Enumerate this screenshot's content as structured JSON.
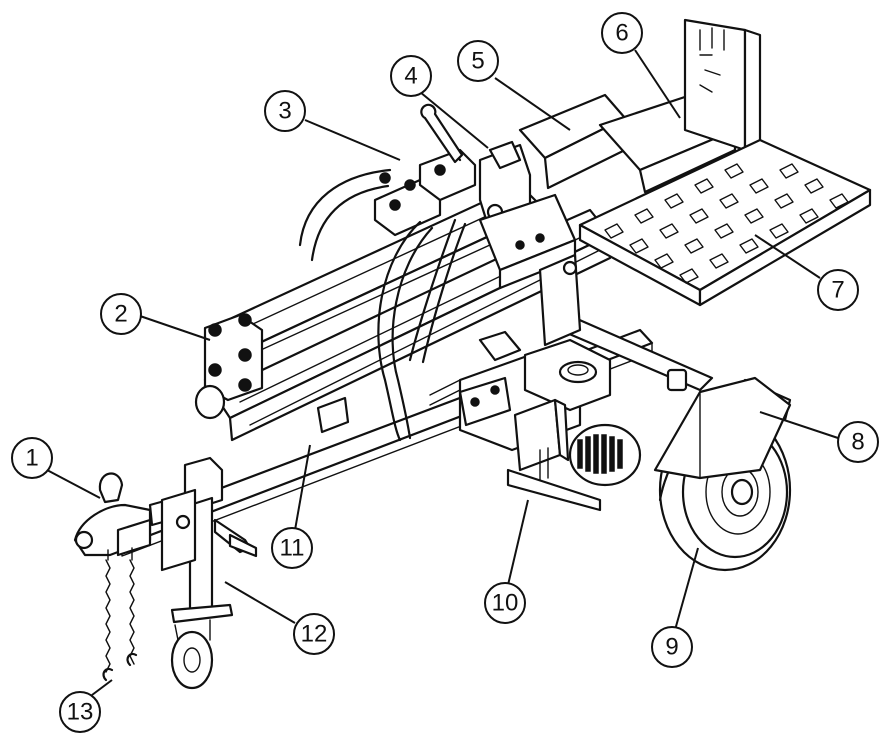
{
  "callouts": [
    {
      "label": "1"
    },
    {
      "label": "2"
    },
    {
      "label": "3"
    },
    {
      "label": "4"
    },
    {
      "label": "5"
    },
    {
      "label": "6"
    },
    {
      "label": "7"
    },
    {
      "label": "8"
    },
    {
      "label": "9"
    },
    {
      "label": "10"
    },
    {
      "label": "11"
    },
    {
      "label": "12"
    },
    {
      "label": "13"
    }
  ],
  "colors": {
    "line": "#111111",
    "background": "#ffffff"
  }
}
